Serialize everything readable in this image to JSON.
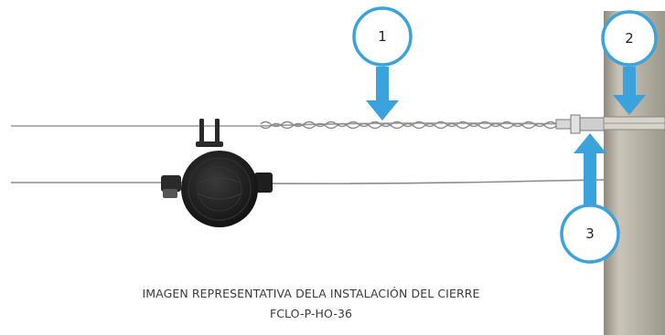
{
  "caption": {
    "line1": "IMAGEN REPRESENTATIVA DELA INSTALACIÓN DEL CIERRE",
    "line2": "FCLO-P-HO-36"
  },
  "callouts": [
    {
      "id": "1",
      "label": "1"
    },
    {
      "id": "2",
      "label": "2"
    },
    {
      "id": "3",
      "label": "3"
    }
  ],
  "colors": {
    "callout_ring": "#3aa3dc",
    "arrow": "#3aa3dc",
    "pole": "#b7b2a6",
    "wire": "#8c8c8c",
    "closure": "#1c1c1c"
  }
}
